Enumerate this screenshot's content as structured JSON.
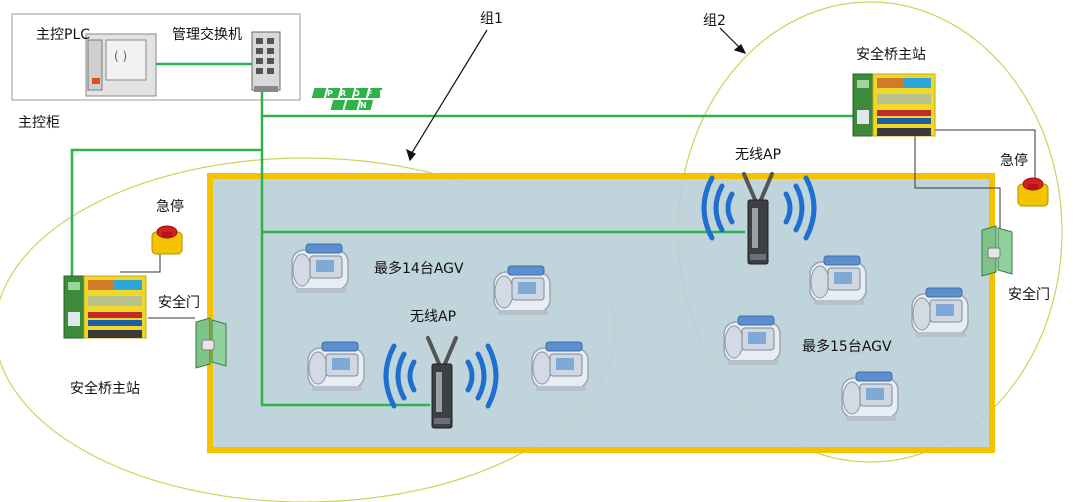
{
  "labels": {
    "main_plc": "主控PLC",
    "managed_switch": "管理交换机",
    "main_cabinet": "主控柜",
    "group1": "组1",
    "group2": "组2",
    "safety_bridge_master_left": "安全桥主站",
    "safety_bridge_master_right": "安全桥主站",
    "estop_left": "急停",
    "estop_right": "急停",
    "safety_door_left": "安全门",
    "safety_door_right": "安全门",
    "wireless_ap_1": "无线AP",
    "wireless_ap_2": "无线AP",
    "max_agv_group1": "最多14台AGV",
    "max_agv_group2": "最多15台AGV"
  },
  "profinet_logo": [
    "PROFI",
    "NET"
  ],
  "colors": {
    "network_line": "#2db34a",
    "area_fill": "#b9cfd8",
    "area_border": "#f5c200",
    "group_ellipse": "#c7d55a",
    "wifi_signal": "#1f6fd1"
  },
  "icons": [
    "plc-icon",
    "switch-icon",
    "safety-bridge-module-icon",
    "estop-button-icon",
    "safety-door-icon",
    "wireless-ap-icon",
    "agv-icon",
    "profinet-logo-icon"
  ]
}
